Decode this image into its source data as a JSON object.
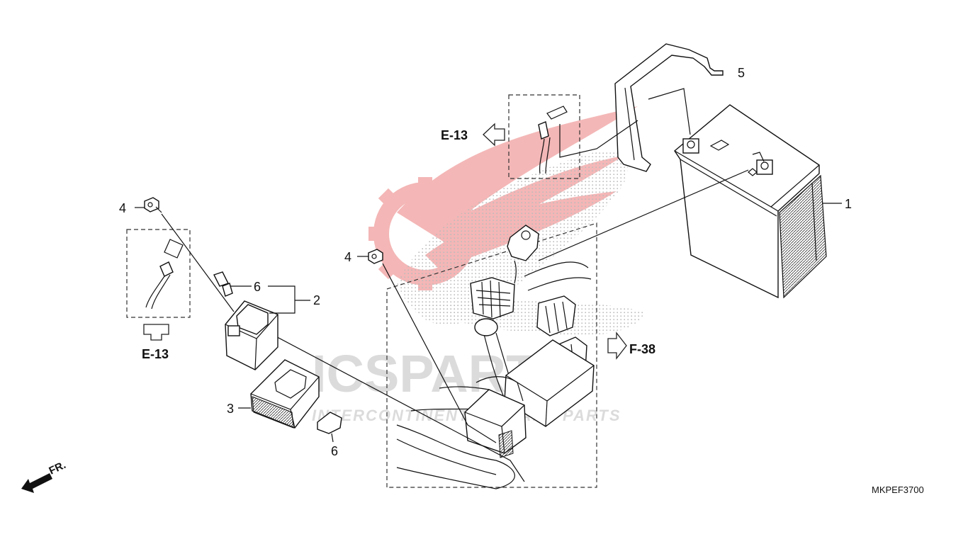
{
  "diagram_code": "MKPEF3700",
  "front_indicator": "FR.",
  "watermark": {
    "brand": "ICSPARTS",
    "tagline": "INTERCONTINENTAL SPARE PARTS",
    "color": "#e03030"
  },
  "references": {
    "top": "E-13",
    "left": "E-13",
    "right": "F-38"
  },
  "callouts": {
    "battery": "1",
    "starter_relay": "2",
    "fuse_box": "3",
    "bolt_left": "4",
    "bolt_center": "4",
    "battery_band": "5",
    "fuse_upper": "6",
    "fuse_lower": "6"
  }
}
